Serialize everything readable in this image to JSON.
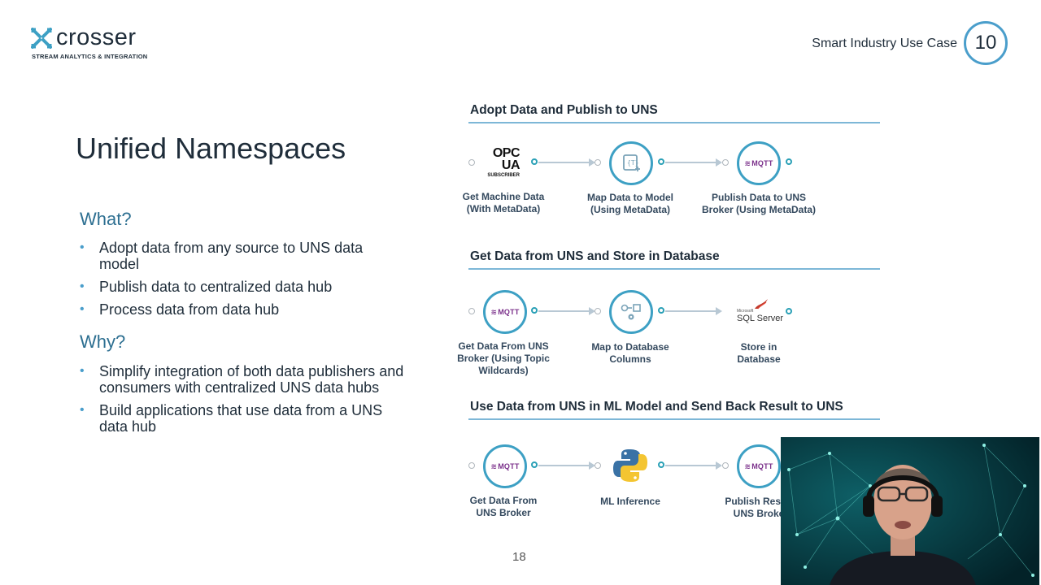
{
  "logo": {
    "word": "crosser",
    "tagline": "STREAM ANALYTICS & INTEGRATION"
  },
  "header": {
    "use_case_label": "Smart Industry Use Case",
    "use_case_number": "10"
  },
  "slide": {
    "title": "Unified Namespaces",
    "what_heading": "What?",
    "what_items": [
      "Adopt data from any source to UNS data model",
      "Publish data to centralized data hub",
      "Process data from data hub"
    ],
    "why_heading": "Why?",
    "why_items": [
      "Simplify integration of both data publishers and consumers with centralized UNS data hubs",
      "Build applications that use data from a UNS data hub"
    ],
    "page_number": "18"
  },
  "flows": [
    {
      "title": "Adopt Data and Publish to UNS",
      "nodes": [
        {
          "icon": "opc-ua-icon",
          "logo_text": "OPC UA",
          "logo_sub": "SUBSCRIBER",
          "label": "Get Machine Data\n(With MetaData)"
        },
        {
          "icon": "json-map-icon",
          "label": "Map Data to Model\n(Using MetaData)"
        },
        {
          "icon": "mqtt-icon",
          "logo_text": "MQTT",
          "label": "Publish Data to UNS\nBroker (Using MetaData)"
        }
      ]
    },
    {
      "title": "Get Data from UNS and Store in Database",
      "nodes": [
        {
          "icon": "mqtt-icon",
          "logo_text": "MQTT",
          "label": "Get Data From UNS\nBroker (Using Topic\nWildcards)"
        },
        {
          "icon": "map-columns-icon",
          "label": "Map to Database\nColumns"
        },
        {
          "icon": "sql-server-icon",
          "logo_text": "SQL Server",
          "logo_sub": "Microsoft",
          "label": "Store in\nDatabase"
        }
      ]
    },
    {
      "title": "Use Data from UNS in ML Model and Send Back Result to UNS",
      "nodes": [
        {
          "icon": "mqtt-icon",
          "logo_text": "MQTT",
          "label": "Get Data From\nUNS Broker"
        },
        {
          "icon": "python-icon",
          "label": "ML Inference"
        },
        {
          "icon": "mqtt-icon",
          "logo_text": "MQTT",
          "label": "Publish Result\nUNS Broke"
        }
      ]
    }
  ],
  "colors": {
    "accent": "#4a9ecb",
    "heading": "#2d6f91",
    "text": "#1f2d3a",
    "mqtt": "#7a2f8a"
  }
}
